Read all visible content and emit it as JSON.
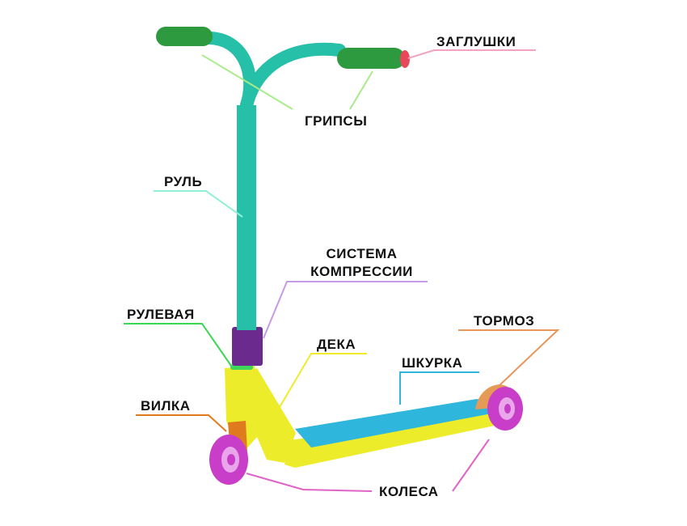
{
  "labels": {
    "caps": "ЗАГЛУШКИ",
    "grips": "ГРИПСЫ",
    "bar": "РУЛЬ",
    "compression_line1": "СИСТЕМА",
    "compression_line2": "КОМПРЕССИИ",
    "headset": "РУЛЕВАЯ",
    "deck": "ДЕКА",
    "griptape": "ШКУРКА",
    "brake": "ТОРМОЗ",
    "fork": "ВИЛКА",
    "wheels": "КОЛЕСА"
  },
  "colors": {
    "handlebar": "#26bfa8",
    "grips": "#2e9a3f",
    "bar_ends": "#e8495a",
    "compression": "#6a2a8e",
    "headset": "#3ed75a",
    "deck": "#ecec2a",
    "griptape": "#2fb6dc",
    "brake": "#e59a55",
    "fork": "#e07a1e",
    "wheels": "#c93ec9",
    "leader_caps": "#f2a3c1",
    "leader_grips": "#a8ec8a",
    "leader_bar": "#8ff0d8",
    "leader_compression": "#c79ae6",
    "leader_headset": "#3bd652",
    "leader_deck": "#ecec2a",
    "leader_griptape": "#2fb6dc",
    "leader_brake": "#e8955a",
    "leader_fork": "#e07a1e",
    "leader_wheels": "#e063c8"
  }
}
